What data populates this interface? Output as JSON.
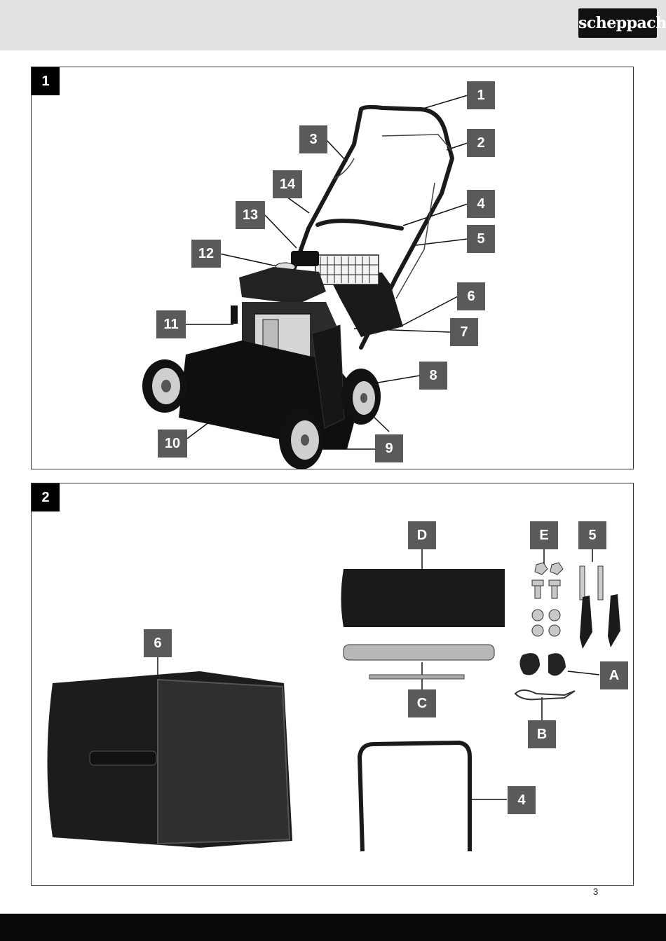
{
  "header": {
    "brand": "scheppach"
  },
  "figure1": {
    "number": "1",
    "callouts": [
      "1",
      "2",
      "3",
      "4",
      "5",
      "6",
      "7",
      "8",
      "9",
      "10",
      "11",
      "12",
      "13",
      "14"
    ]
  },
  "figure2": {
    "number": "2",
    "callouts": [
      "D",
      "E",
      "5",
      "6",
      "A",
      "C",
      "B",
      "4"
    ]
  },
  "page_number": "3",
  "footer": {
    "text": ""
  },
  "colors": {
    "callout_bg": "#5a5a5a",
    "fig_label_bg": "#000000",
    "header_band": "#e2e2e2",
    "footer_band": "#0a0a0a"
  }
}
